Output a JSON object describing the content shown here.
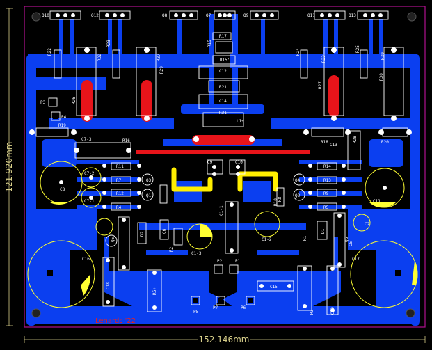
{
  "board": {
    "width_label": "152.146mm",
    "height_label": "121.920mm",
    "signature": "Lenards '22"
  },
  "colors": {
    "copper": "#0b3ff0",
    "copper_dark": "#0a2fc0",
    "board_edge": "#b0108f",
    "top_copper": "#e8141a",
    "jumper": "#ffee00",
    "silk": "#ffffff",
    "silk_yellow": "#ffff33",
    "background": "#000000"
  },
  "transistors_top": [
    "Q10",
    "Q12",
    "Q8",
    "Q7",
    "Q9",
    "Q11",
    "Q13"
  ],
  "labels": {
    "r_left": [
      "R22",
      "R32",
      "R23",
      "R37",
      "R26",
      "R29"
    ],
    "r_right": [
      "R24",
      "R33",
      "R25",
      "R39",
      "R27",
      "R30"
    ],
    "center_top": [
      "R17",
      "R15",
      "R15'",
      "C12",
      "R21",
      "C14",
      "R31",
      "L1+"
    ],
    "left_mid": [
      "P3",
      "P4",
      "R19",
      "C7-3",
      "R16",
      "R11",
      "R7",
      "R12",
      "R4",
      "C7-2",
      "C7-1",
      "C8",
      "Q3",
      "Q1",
      "Q5",
      "D2",
      "R2",
      "C6",
      "R6+",
      "C16",
      "C18",
      "C1-3"
    ],
    "right_mid": [
      "R18",
      "C13",
      "R28",
      "R20",
      "R14",
      "R13",
      "R9",
      "R5",
      "R8",
      "R10",
      "Q4",
      "Q2",
      "Q6",
      "D1",
      "C2",
      "C11",
      "C17",
      "C19",
      "C5",
      "R1",
      "R3"
    ],
    "center_mid": [
      "C9",
      "C10",
      "C1-1",
      "C1-2",
      "C15",
      "P1",
      "P2",
      "P5",
      "P6",
      "P7"
    ]
  }
}
